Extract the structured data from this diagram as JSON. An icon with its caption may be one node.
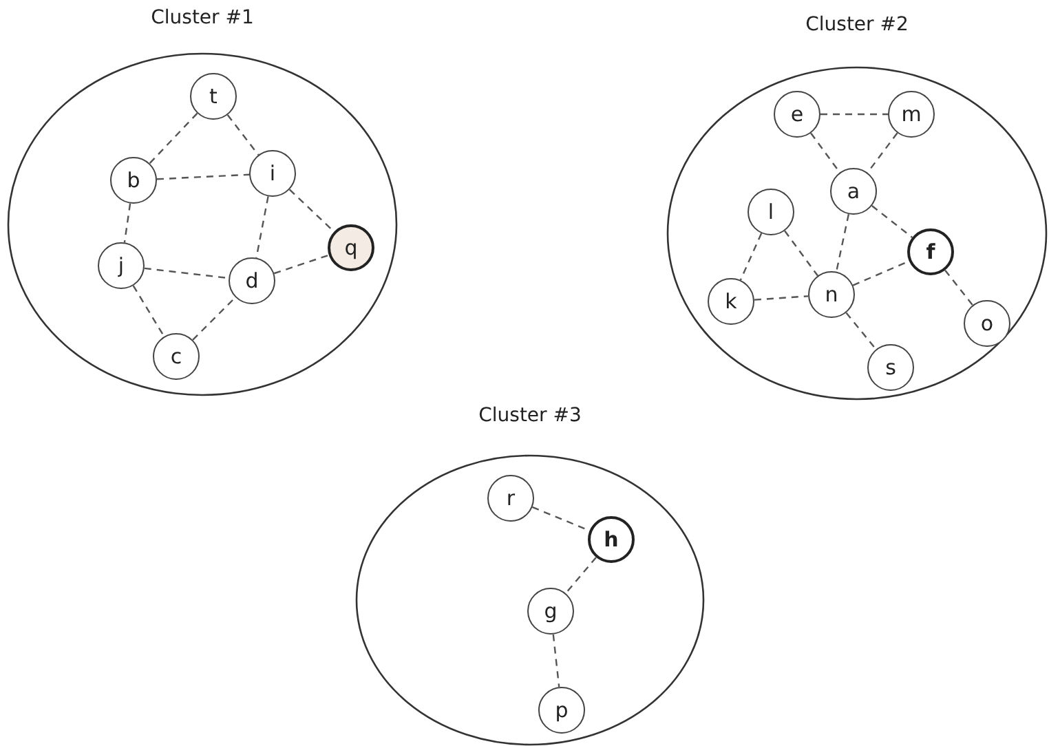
{
  "diagram": {
    "nodes": [
      {
        "text": [
          "Cluster #1"
        ]
      },
      {
        "text": [
          "t"
        ],
        "in": 0
      },
      {
        "text": [
          "b"
        ],
        "in": 0
      },
      {
        "text": [
          "i"
        ],
        "in": 0
      },
      {
        "text": [
          "j"
        ],
        "in": 0
      },
      {
        "text": [
          "d"
        ],
        "in": 0
      },
      {
        "text": [
          "q"
        ],
        "in": 0
      },
      {
        "text": [
          "c"
        ],
        "in": 0
      },
      {
        "text": [
          "Cluster #2"
        ]
      },
      {
        "text": [
          "e"
        ],
        "in": 8
      },
      {
        "text": [
          "m"
        ],
        "in": 8
      },
      {
        "text": [
          "a"
        ],
        "in": 8
      },
      {
        "text": [
          "l"
        ],
        "in": 8
      },
      {
        "text": [
          "f"
        ],
        "in": 8
      },
      {
        "text": [
          "k"
        ],
        "in": 8
      },
      {
        "text": [
          "n"
        ],
        "in": 8
      },
      {
        "text": [
          "o"
        ],
        "in": 8
      },
      {
        "text": [
          "s"
        ],
        "in": 8
      },
      {
        "text": [
          "Cluster #3"
        ]
      },
      {
        "text": [
          "r"
        ],
        "in": 18
      },
      {
        "text": [
          "h"
        ],
        "in": 18
      },
      {
        "text": [
          "g"
        ],
        "in": 18
      },
      {
        "text": [
          "p"
        ],
        "in": 18
      }
    ],
    "edges": [
      {
        "from": 1,
        "to": 2,
        "arrow": "none",
        "style": "dashed"
      },
      {
        "from": 1,
        "to": 3,
        "arrow": "none",
        "style": "dashed"
      },
      {
        "from": 2,
        "to": 3,
        "arrow": "none",
        "style": "dashed"
      },
      {
        "from": 2,
        "to": 4,
        "arrow": "none",
        "style": "dashed"
      },
      {
        "from": 3,
        "to": 5,
        "arrow": "none",
        "style": "dashed"
      },
      {
        "from": 3,
        "to": 6,
        "arrow": "none",
        "style": "dashed"
      },
      {
        "from": 4,
        "to": 5,
        "arrow": "none",
        "style": "dashed"
      },
      {
        "from": 4,
        "to": 7,
        "arrow": "none",
        "style": "dashed"
      },
      {
        "from": 5,
        "to": 6,
        "arrow": "none",
        "style": "dashed"
      },
      {
        "from": 7,
        "to": 5,
        "arrow": "none",
        "style": "dashed"
      },
      {
        "from": 9,
        "to": 10,
        "arrow": "none",
        "style": "dashed"
      },
      {
        "from": 9,
        "to": 11,
        "arrow": "none",
        "style": "dashed"
      },
      {
        "from": 10,
        "to": 11,
        "arrow": "none",
        "style": "dashed"
      },
      {
        "from": 11,
        "to": 13,
        "arrow": "none",
        "style": "dashed"
      },
      {
        "from": 11,
        "to": 15,
        "arrow": "none",
        "style": "dashed"
      },
      {
        "from": 12,
        "to": 15,
        "arrow": "none",
        "style": "dashed"
      },
      {
        "from": 12,
        "to": 14,
        "arrow": "none",
        "style": "dashed"
      },
      {
        "from": 14,
        "to": 15,
        "arrow": "none",
        "style": "dashed"
      },
      {
        "from": 15,
        "to": 13,
        "arrow": "none",
        "style": "dashed"
      },
      {
        "from": 15,
        "to": 17,
        "arrow": "none",
        "style": "dashed"
      },
      {
        "from": 13,
        "to": 16,
        "arrow": "none",
        "style": "dashed"
      },
      {
        "from": 19,
        "to": 20,
        "arrow": "none",
        "style": "dashed"
      },
      {
        "from": 20,
        "to": 21,
        "arrow": "none",
        "style": "dashed"
      },
      {
        "from": 21,
        "to": 22,
        "arrow": "none",
        "style": "dashed"
      }
    ]
  }
}
